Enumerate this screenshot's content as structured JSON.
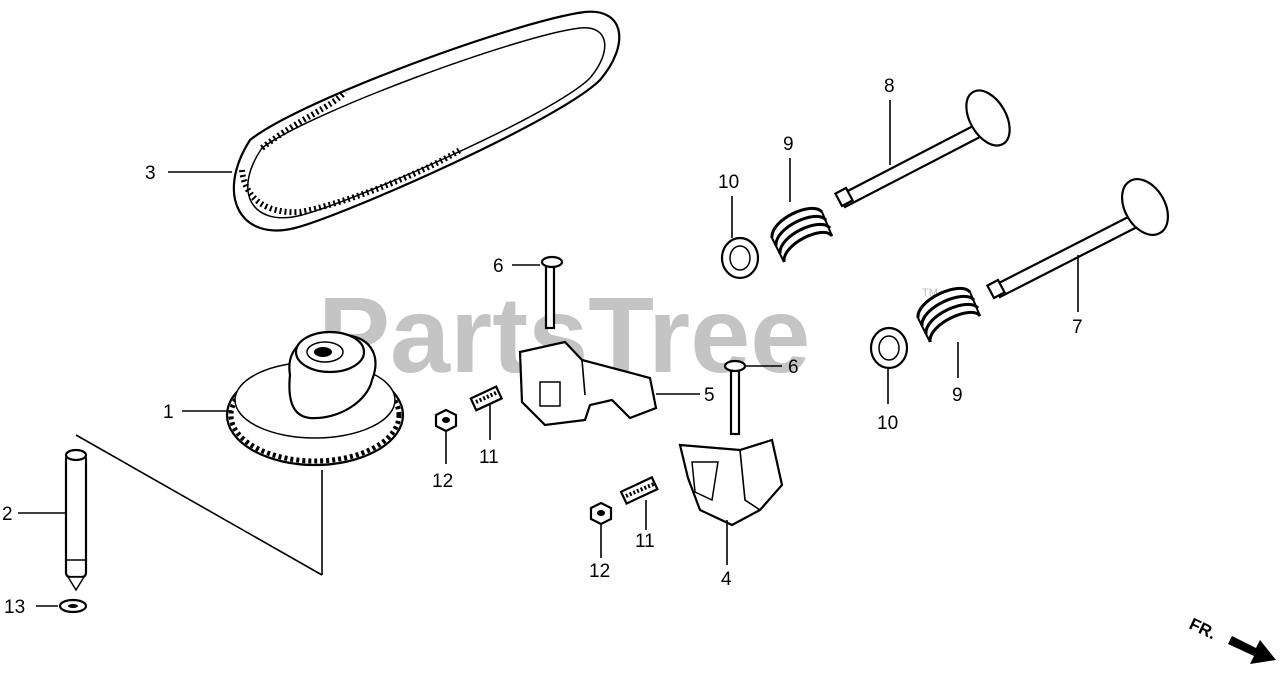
{
  "watermark": {
    "text": "PartsTree",
    "trademark": "TM",
    "color": "#bdbdbd"
  },
  "direction": {
    "text": "FR."
  },
  "callouts": [
    {
      "id": "callout-1",
      "text": "1"
    },
    {
      "id": "callout-2",
      "text": "2"
    },
    {
      "id": "callout-3",
      "text": "3"
    },
    {
      "id": "callout-4",
      "text": "4"
    },
    {
      "id": "callout-5",
      "text": "5"
    },
    {
      "id": "callout-6a",
      "text": "6"
    },
    {
      "id": "callout-6b",
      "text": "6"
    },
    {
      "id": "callout-7",
      "text": "7"
    },
    {
      "id": "callout-8",
      "text": "8"
    },
    {
      "id": "callout-9a",
      "text": "9"
    },
    {
      "id": "callout-9b",
      "text": "9"
    },
    {
      "id": "callout-10a",
      "text": "10"
    },
    {
      "id": "callout-10b",
      "text": "10"
    },
    {
      "id": "callout-11a",
      "text": "11"
    },
    {
      "id": "callout-11b",
      "text": "11"
    },
    {
      "id": "callout-12a",
      "text": "12"
    },
    {
      "id": "callout-12b",
      "text": "12"
    },
    {
      "id": "callout-13",
      "text": "13"
    }
  ]
}
